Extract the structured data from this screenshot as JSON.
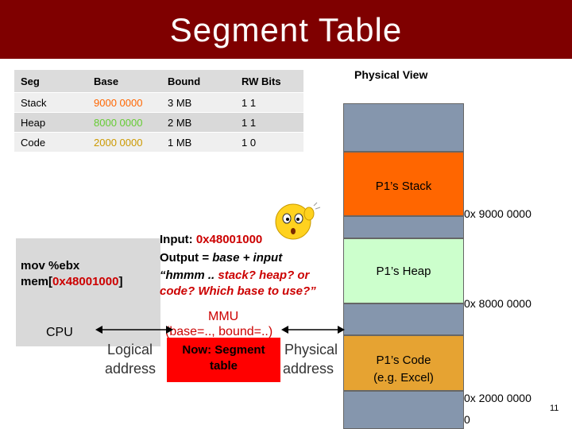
{
  "title": "Segment Table",
  "table": {
    "headers": [
      "Seg",
      "Base",
      "Bound",
      "RW Bits"
    ],
    "rows": [
      {
        "seg": "Stack",
        "base": "9000 0000",
        "bound": "3 MB",
        "rw": "1 1"
      },
      {
        "seg": "Heap",
        "base": "8000 0000",
        "bound": "2 MB",
        "rw": "1 1"
      },
      {
        "seg": "Code",
        "base": "2000 0000",
        "bound": "1 MB",
        "rw": "1 0"
      }
    ],
    "base_colors": [
      "#ff6600",
      "#66cc33",
      "#cc9900"
    ]
  },
  "physical_view": {
    "title": "Physical View",
    "stack_label": "P1’s Stack",
    "heap_label": "P1’s Heap",
    "code_label_1": "P1’s Code",
    "code_label_2": "(e.g. Excel)",
    "addr_stack": "0x 9000 0000",
    "addr_heap": "0x 8000 0000",
    "addr_code": "0x 2000 0000",
    "addr_zero": "0",
    "colors": {
      "free": "#8596ad",
      "stack": "#ff6600",
      "heap": "#ccffcc",
      "code": "#e6a332"
    }
  },
  "cpu": {
    "label": "CPU",
    "instr_1": "mov %ebx",
    "instr_2_prefix": "mem[",
    "instr_2_addr": "0x48001000",
    "instr_2_suffix": "]"
  },
  "translation": {
    "input_label": "Input: ",
    "input_value": "0x48001000",
    "output_label": "Output = ",
    "output_formula": "base + input",
    "question_1": "“hmmm .. ",
    "question_2": "stack? heap? or",
    "question_3": "code? Which base to use?”"
  },
  "mmu": {
    "title": "MMU",
    "regs": "(base=.., bound=..)",
    "now": "Now: Segment",
    "table_word": "table"
  },
  "arrows": {
    "logical_1": "Logical",
    "logical_2": "address",
    "physical_1": "Physical",
    "physical_2": "address"
  },
  "page_number": "11"
}
